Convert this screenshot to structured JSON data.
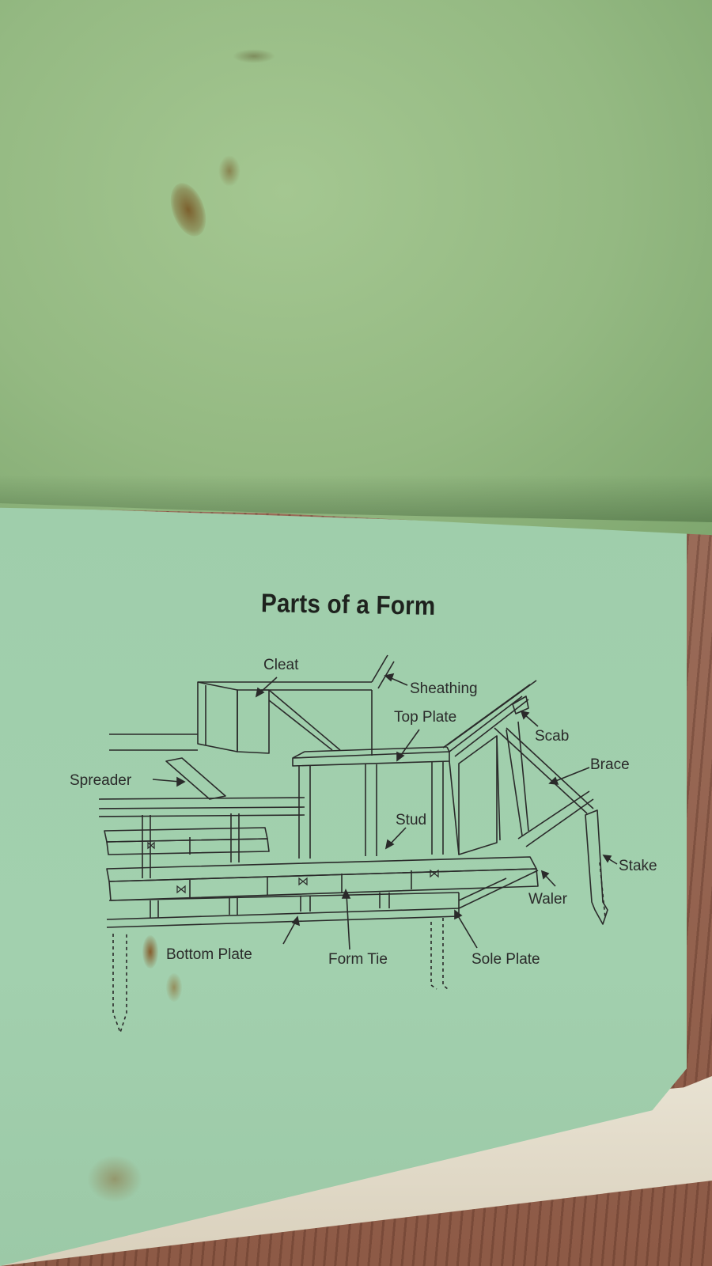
{
  "title": "Parts of a Form",
  "labels": {
    "cleat": "Cleat",
    "sheathing": "Sheathing",
    "top_plate": "Top Plate",
    "scab": "Scab",
    "brace": "Brace",
    "spreader": "Spreader",
    "stud": "Stud",
    "stake": "Stake",
    "waler": "Waler",
    "bottom_plate": "Bottom Plate",
    "form_tie": "Form Tie",
    "sole_plate": "Sole Plate"
  },
  "colors": {
    "page_green": "#a0cfac",
    "upper_page_green": "#94b982",
    "ink": "#2a2a2a",
    "stain_brown": "#7a5a2a"
  }
}
